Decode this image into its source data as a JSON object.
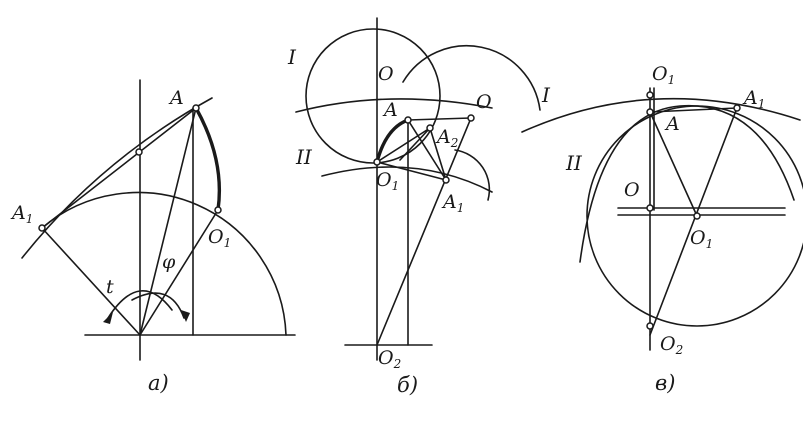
{
  "panels": {
    "a": {
      "caption": "а)",
      "labels": {
        "A": "A",
        "A1": "A",
        "A1_sub": "1",
        "O1": "O",
        "O1_sub": "1",
        "t": "t",
        "phi": "φ"
      }
    },
    "b": {
      "caption": "б)",
      "labels": {
        "I": "I",
        "II": "II",
        "O_top": "O",
        "O_right": "O",
        "A": "A",
        "A2": "A",
        "A2_sub": "2",
        "O1": "O",
        "O1_sub": "1",
        "A1": "A",
        "A1_sub": "1",
        "O2": "O",
        "O2_sub": "2"
      }
    },
    "v": {
      "caption": "в)",
      "labels": {
        "I": "I",
        "II": "II",
        "O1_top": "O",
        "O1_top_sub": "1",
        "A": "A",
        "A1": "A",
        "A1_sub": "1",
        "O": "O",
        "O1": "O",
        "O1_sub": "1",
        "O2": "O",
        "O2_sub": "2"
      }
    }
  }
}
